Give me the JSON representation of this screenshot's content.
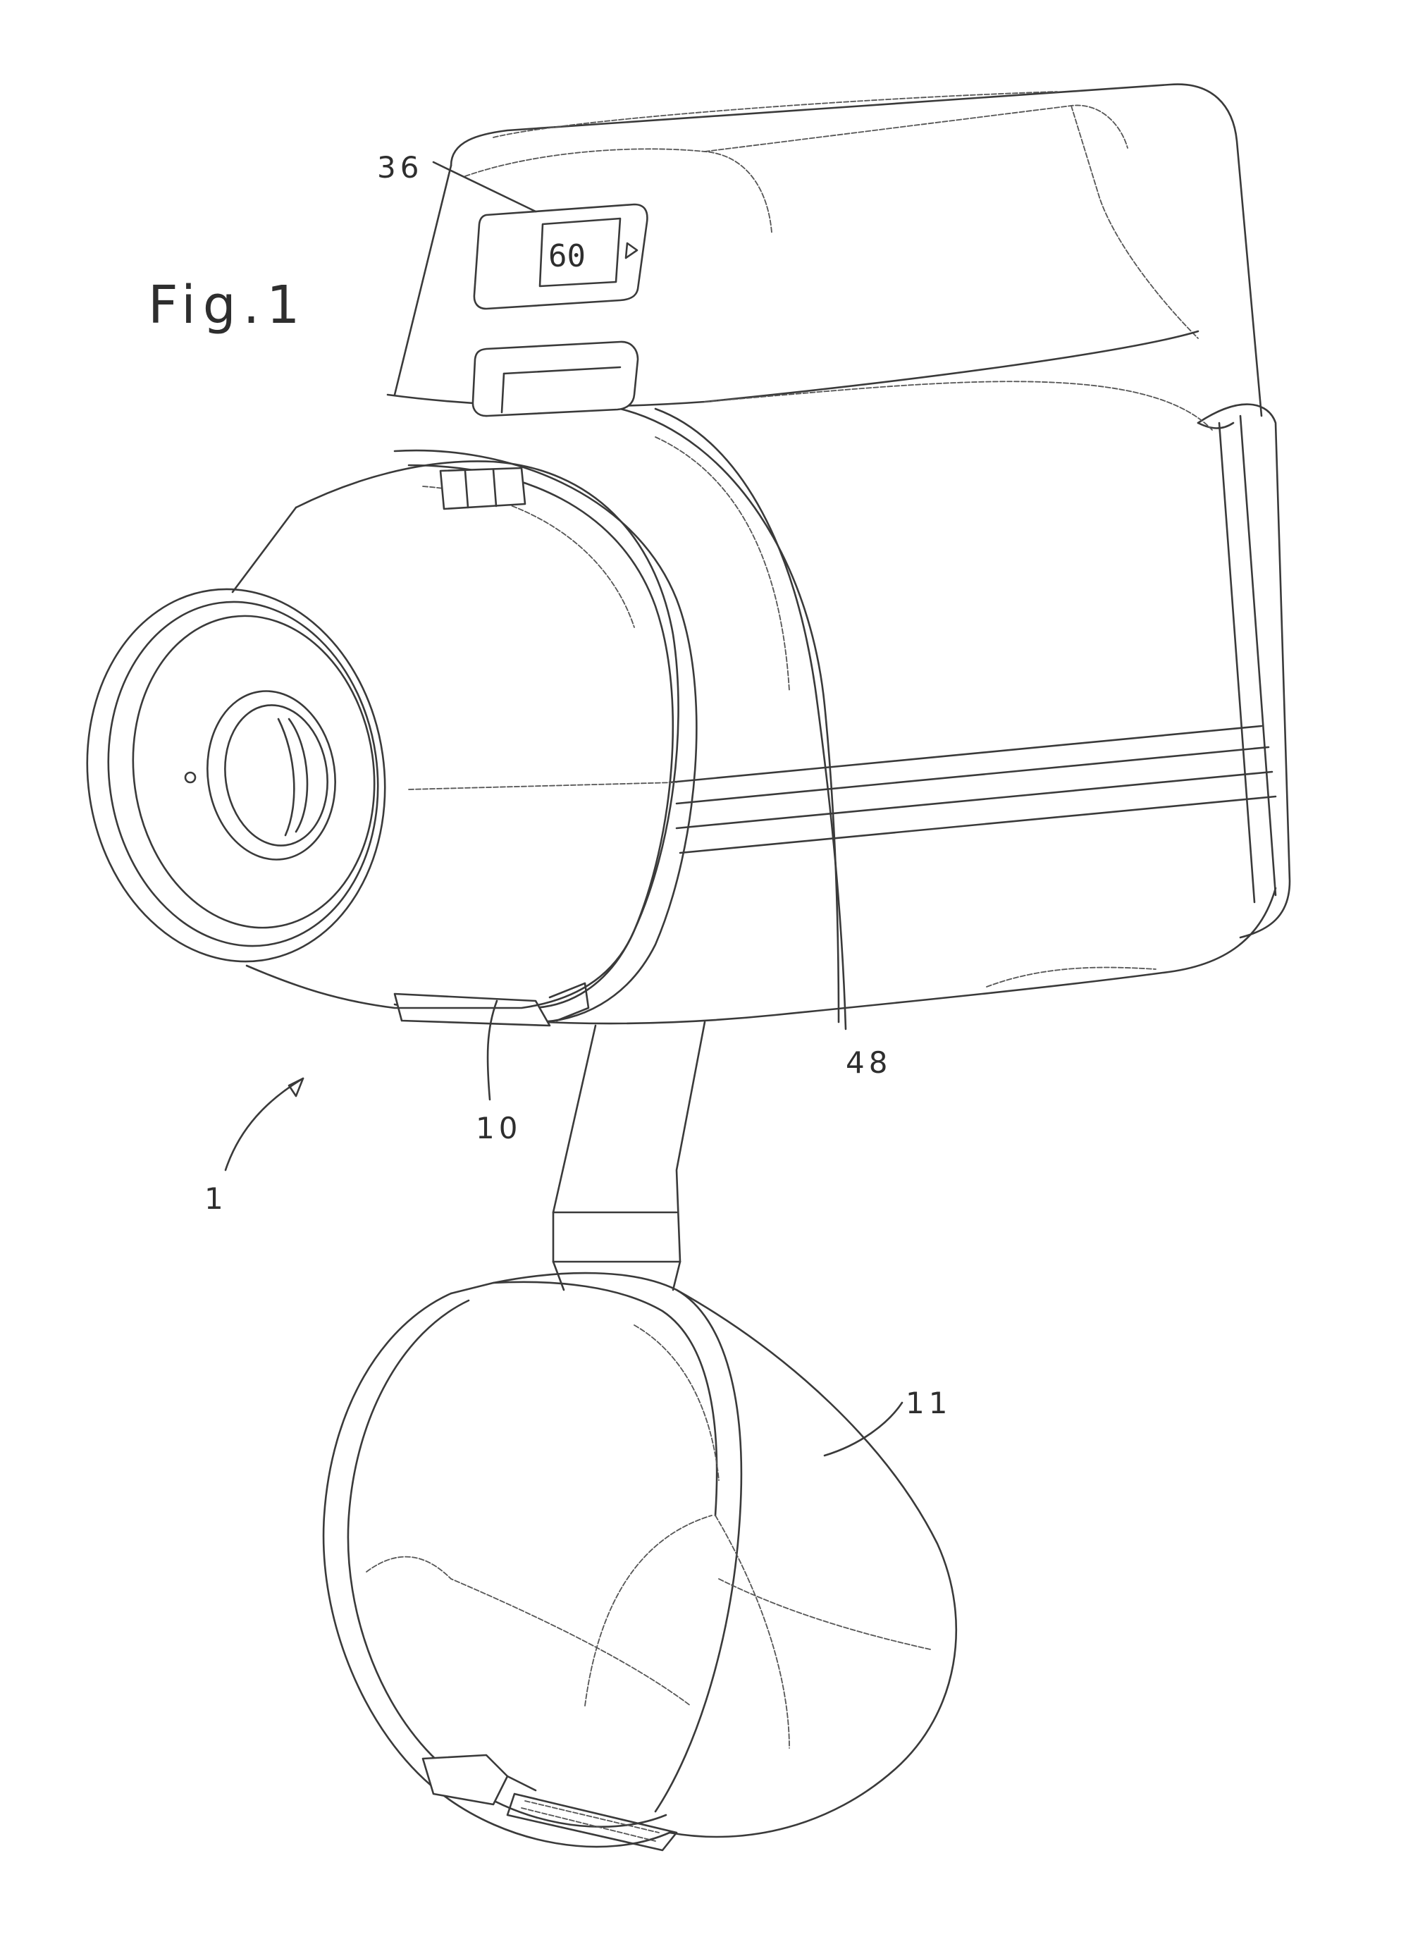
{
  "figure": {
    "title": "Fig.1",
    "display_value": "60",
    "labels": {
      "device": "1",
      "mouthpiece": "10",
      "cup": "11",
      "display": "36",
      "band": "48"
    }
  }
}
